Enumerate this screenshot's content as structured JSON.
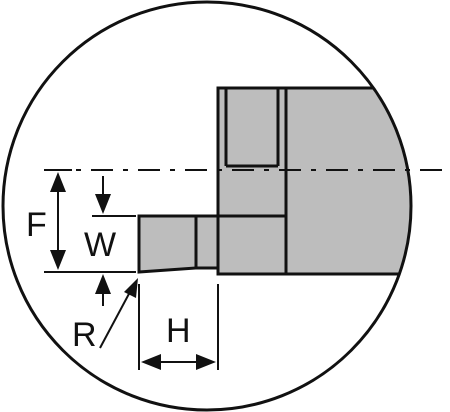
{
  "labels": {
    "F": "F",
    "W": "W",
    "R": "R",
    "H": "H"
  },
  "colors": {
    "part_fill": "#bdbdbd",
    "outline": "#111111",
    "background": "#ffffff"
  }
}
